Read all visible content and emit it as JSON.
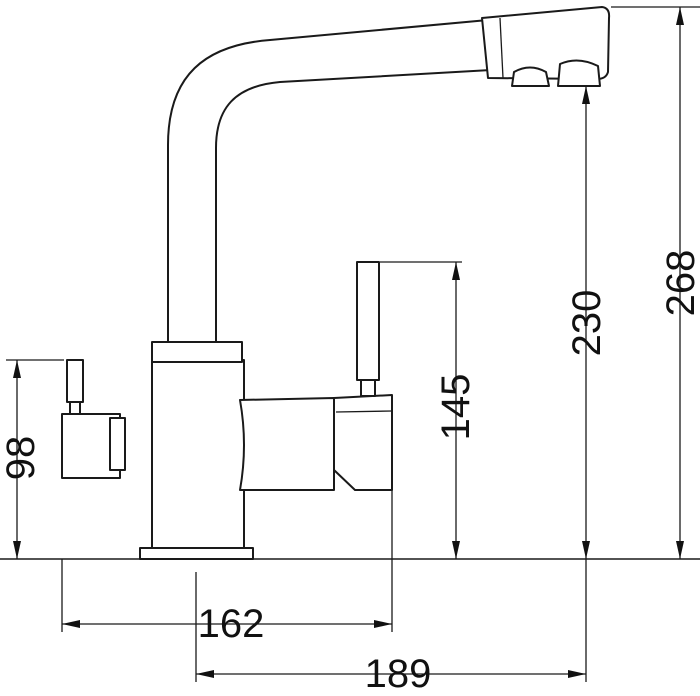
{
  "dimensions": {
    "width_162": "162",
    "width_189": "189",
    "height_98": "98",
    "height_145": "145",
    "height_230": "230",
    "height_268": "268"
  },
  "colors": {
    "line": "#1a1a1a",
    "background": "#ffffff"
  }
}
